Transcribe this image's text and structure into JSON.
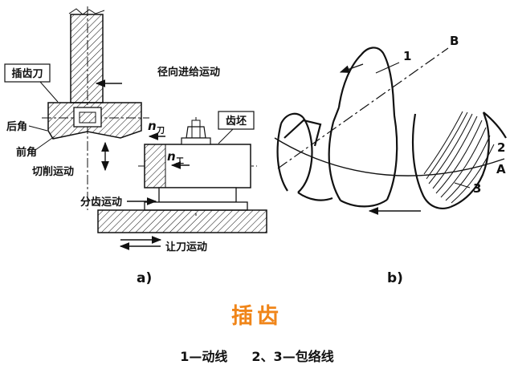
{
  "title": {
    "text": "插齿",
    "color": "#f08519"
  },
  "subfig": {
    "a": "a)",
    "b": "b)"
  },
  "caption": {
    "part1": "1—动线",
    "part2": "2、3—包络线"
  },
  "diagram_a": {
    "cutter": "插齿刀",
    "back_angle": "后角",
    "rake_angle": "前角",
    "cutting_motion": "切削运动",
    "radial_feed_motion": "径向进给运动",
    "cutter_speed_base": "n",
    "cutter_speed_sub": "刀",
    "gear_blank": "齿坯",
    "work_speed_base": "n",
    "work_speed_sub": "工",
    "indexing_motion": "分齿运动",
    "relief_motion": "让刀运动"
  },
  "diagram_b": {
    "curve_1": "1",
    "curve_2": "2",
    "curve_3": "3",
    "point_A": "A",
    "point_B": "B"
  },
  "colors": {
    "ink": "#111111",
    "background": "#ffffff",
    "title_orange": "#f08519"
  }
}
